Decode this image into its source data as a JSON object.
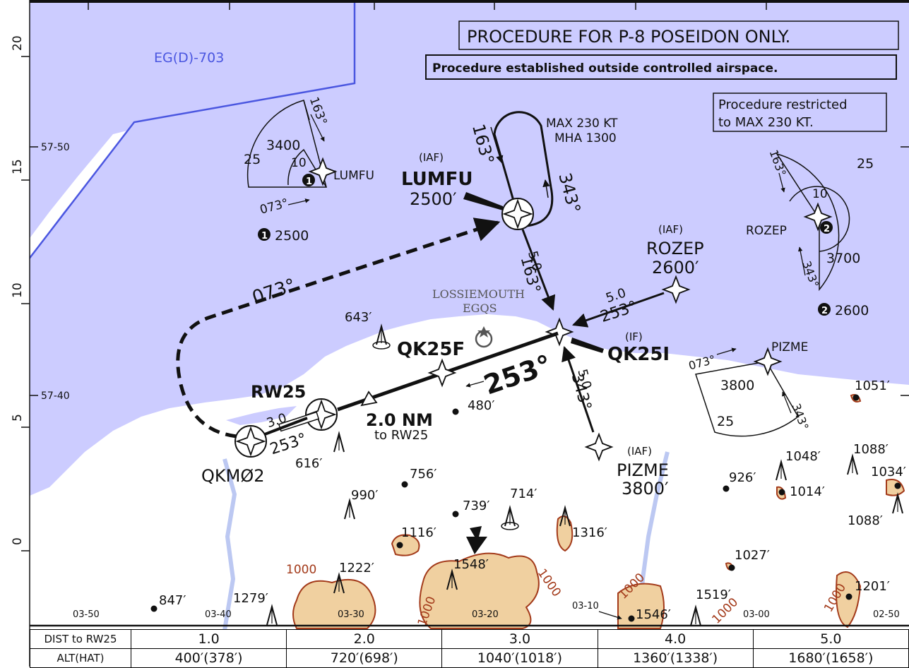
{
  "notes": {
    "p8_only": "PROCEDURE FOR P-8 POSEIDON ONLY.",
    "outside_ca": "Procedure established outside controlled airspace.",
    "restricted_1": "Procedure restricted",
    "restricted_2": "to MAX 230 KT."
  },
  "airspace": {
    "danger_area": "EG(D)-703"
  },
  "holding": {
    "speed": "MAX 230 KT",
    "mha": "MHA 1300",
    "inbound": "163°",
    "outbound": "343°"
  },
  "fixes": {
    "lumfu": {
      "role": "(IAF)",
      "name": "LUMFU",
      "alt": "2500′"
    },
    "rozep": {
      "role": "(IAF)",
      "name": "ROZEP",
      "alt": "2600′"
    },
    "pizme": {
      "role": "(IAF)",
      "name": "PIZME",
      "alt": "3800′"
    },
    "qk25i": {
      "role": "(IF)",
      "name": "QK25I"
    },
    "qk25f": {
      "name": "QK25F"
    },
    "rw25": {
      "name": "RW25"
    },
    "qkm02": {
      "name": "QKMØ2"
    }
  },
  "airport": {
    "name": "LOSSIEMOUTH",
    "icao": "EGQS"
  },
  "legs": {
    "lumfu_leg_dist": "5.0",
    "lumfu_leg_crs": "163°",
    "rozep_leg_dist": "5.0",
    "rozep_leg_crs": "253°",
    "pizme_leg_dist": "5.0",
    "pizme_leg_crs": "343°",
    "final_crs": "253°",
    "final_dist": "2.0 NM",
    "final_to": "to RW25",
    "missed_crs": "073°",
    "missed_dist": "3.0",
    "missed_leg_crs": "253°"
  },
  "taa": {
    "lumfu": {
      "crs_in": "163°",
      "crs_out": "073°",
      "r_outer": "25",
      "r_inner": "10",
      "alt": "3400",
      "marker": "1",
      "label": "LUMFU",
      "note_alt": "2500"
    },
    "rozep": {
      "crs_in": "163°",
      "crs_out": "343°",
      "r_outer": "25",
      "r_inner": "10",
      "alt": "3700",
      "marker": "2",
      "label": "ROZEP",
      "note_alt": "2600"
    },
    "pizme": {
      "crs_in": "073°",
      "crs_out": "343°",
      "r_outer": "25",
      "alt": "3800",
      "label": "PIZME"
    }
  },
  "obstacles": [
    "643′",
    "480′",
    "616′",
    "756′",
    "990′",
    "739′",
    "714′",
    "1116′",
    "1316′",
    "1548′",
    "1222′",
    "1279′",
    "847′",
    "926′",
    "1048′",
    "1088′",
    "1034′",
    "1014′",
    "1088′",
    "1051′",
    "1027′",
    "1519′",
    "1546′",
    "1201′"
  ],
  "contours": [
    "1000",
    "1000",
    "1000",
    "1000",
    "1000",
    "1000"
  ],
  "grid": {
    "lat_ticks": [
      "57-50",
      "57-40"
    ],
    "lon_ticks": [
      "03-50",
      "03-40",
      "03-30",
      "03-20",
      "03-10",
      "03-00",
      "02-50"
    ],
    "side_scale": [
      "20",
      "15",
      "10",
      "5",
      "0"
    ]
  },
  "table": {
    "row1_header": "DIST to RW25",
    "row1": [
      "1.0",
      "2.0",
      "3.0",
      "4.0",
      "5.0"
    ],
    "row2_header": "ALT(HAT)",
    "row2": [
      "400′(378′)",
      "720′(698′)",
      "1040′(1018′)",
      "1360′(1338′)",
      "1680′(1658′)"
    ]
  },
  "colors": {
    "water": "#ccccff",
    "land": "#ffffff",
    "high_terrain": "#f0d0a0",
    "contour": "#a33a1a",
    "danger_line": "#4a56e0",
    "river": "#bcc8f2"
  }
}
